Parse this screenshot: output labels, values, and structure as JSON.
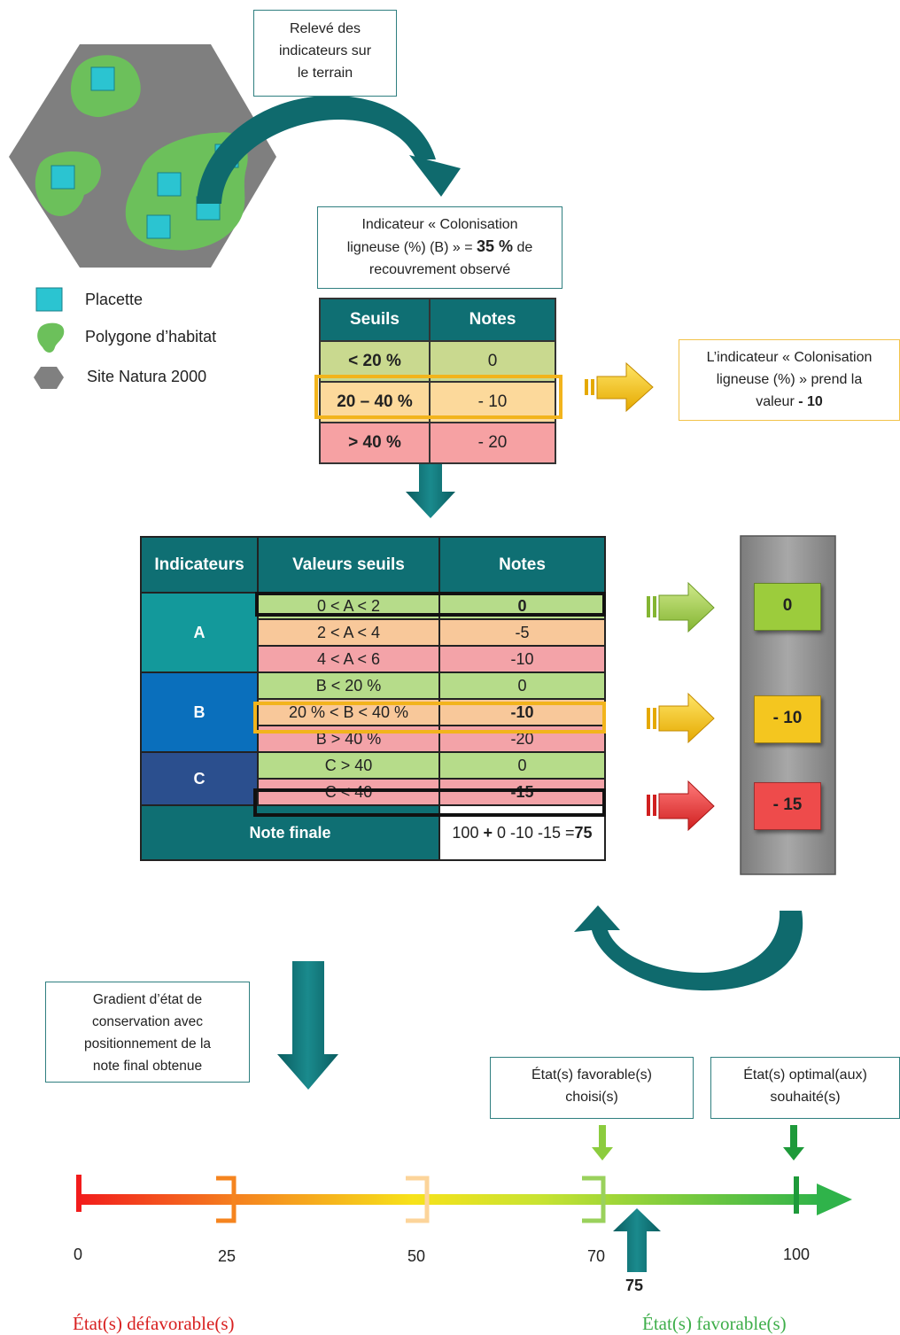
{
  "field_box": {
    "line1": "Relevé des",
    "line2": "indicateurs sur",
    "line3": "le terrain"
  },
  "indicator_box": {
    "line1": "Indicateur « Colonisation",
    "line2_pre": "ligneuse (%) (B) » = ",
    "line2_value": "35 %",
    "line2_post": " de",
    "line3": "recouvrement observé"
  },
  "legend": [
    {
      "label": "Placette",
      "icon": "square-icon",
      "color": "#2bc4d1"
    },
    {
      "label": "Polygone d’habitat",
      "icon": "polygon-icon",
      "color": "#6cc05b"
    },
    {
      "label": "Site Natura 2000",
      "icon": "hexagon-icon",
      "color": "#808080"
    }
  ],
  "seuils_table": {
    "headers": [
      "Seuils",
      "Notes"
    ],
    "rows": [
      {
        "seuil": "< 20 %",
        "note": "0"
      },
      {
        "seuil": "20 – 40 %",
        "note": "- 10"
      },
      {
        "seuil": "> 40 %",
        "note": "- 20"
      }
    ]
  },
  "result_box": {
    "line1": "L’indicateur « Colonisation",
    "line2": "ligneuse (%) » prend la",
    "line3_pre": "valeur ",
    "line3_value": "- 10"
  },
  "main_table": {
    "headers": [
      "Indicateurs",
      "Valeurs seuils",
      "Notes"
    ],
    "indicators": [
      {
        "name": "A",
        "color": "#13999b",
        "rows": [
          {
            "seuil": "0 < A < 2",
            "note": "0"
          },
          {
            "seuil": "2 < A < 4",
            "note": "-5"
          },
          {
            "seuil": "4 < A < 6",
            "note": "-10"
          }
        ]
      },
      {
        "name": "B",
        "color": "#0a6fbc",
        "rows": [
          {
            "seuil": "B < 20 %",
            "note": "0"
          },
          {
            "seuil": "20 % < B < 40 %",
            "note": "-10"
          },
          {
            "seuil": "B > 40 %",
            "note": "-20"
          }
        ]
      },
      {
        "name": "C",
        "color": "#2b4f8e",
        "rows": [
          {
            "seuil": "C > 40",
            "note": "0"
          },
          {
            "seuil": "C < 40",
            "note": "-15"
          }
        ]
      }
    ],
    "final_label": "Note finale",
    "final_calc_pre": "100 ",
    "final_calc_plus": "+",
    "final_calc_mid": " 0 -10 -15 =",
    "final_calc_value": "75"
  },
  "scores": [
    {
      "value": "0",
      "color": "#9ccc3c"
    },
    {
      "value": "- 10",
      "color": "#f4c61f"
    },
    {
      "value": "- 15",
      "color": "#ee4b4b"
    }
  ],
  "gradient_box": {
    "line1": "Gradient d’état de",
    "line2": "conservation avec",
    "line3": "positionnement de la",
    "line4": "note final obtenue"
  },
  "favorable_box": {
    "line1": "État(s) favorable(s)",
    "line2": "choisi(s)"
  },
  "optimal_box": {
    "line1": "État(s) optimal(aux)",
    "line2": "souhaité(s)"
  },
  "scale": {
    "ticks": [
      "0",
      "25",
      "50",
      "70",
      "100"
    ],
    "marker": "75",
    "left_state": "État(s) défavorable(s)",
    "right_state": "État(s) favorable(s)",
    "left_color": "#d82020",
    "right_color": "#3eae4a"
  }
}
